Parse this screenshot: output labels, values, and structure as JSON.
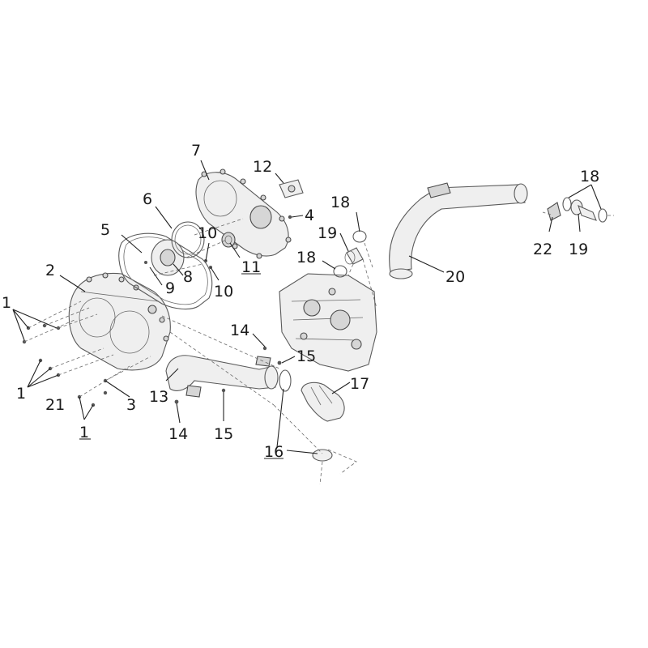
{
  "callouts": {
    "c1a": "1",
    "c1b": "1",
    "c1c": "1",
    "c2": "2",
    "c3": "3",
    "c4": "4",
    "c5": "5",
    "c6": "6",
    "c7": "7",
    "c8": "8",
    "c9": "9",
    "c10a": "10",
    "c10b": "10",
    "c11": "11",
    "c12": "12",
    "c13": "13",
    "c14a": "14",
    "c14b": "14",
    "c15a": "15",
    "c15b": "15",
    "c16": "16",
    "c17": "17",
    "c18a": "18",
    "c18b": "18",
    "c18c": "18",
    "c19a": "19",
    "c19b": "19",
    "c20": "20",
    "c21": "21",
    "c22": "22"
  },
  "colors": {
    "line": "#5a5a5a",
    "fill": "#efefef",
    "text": "#1a1a1a"
  }
}
